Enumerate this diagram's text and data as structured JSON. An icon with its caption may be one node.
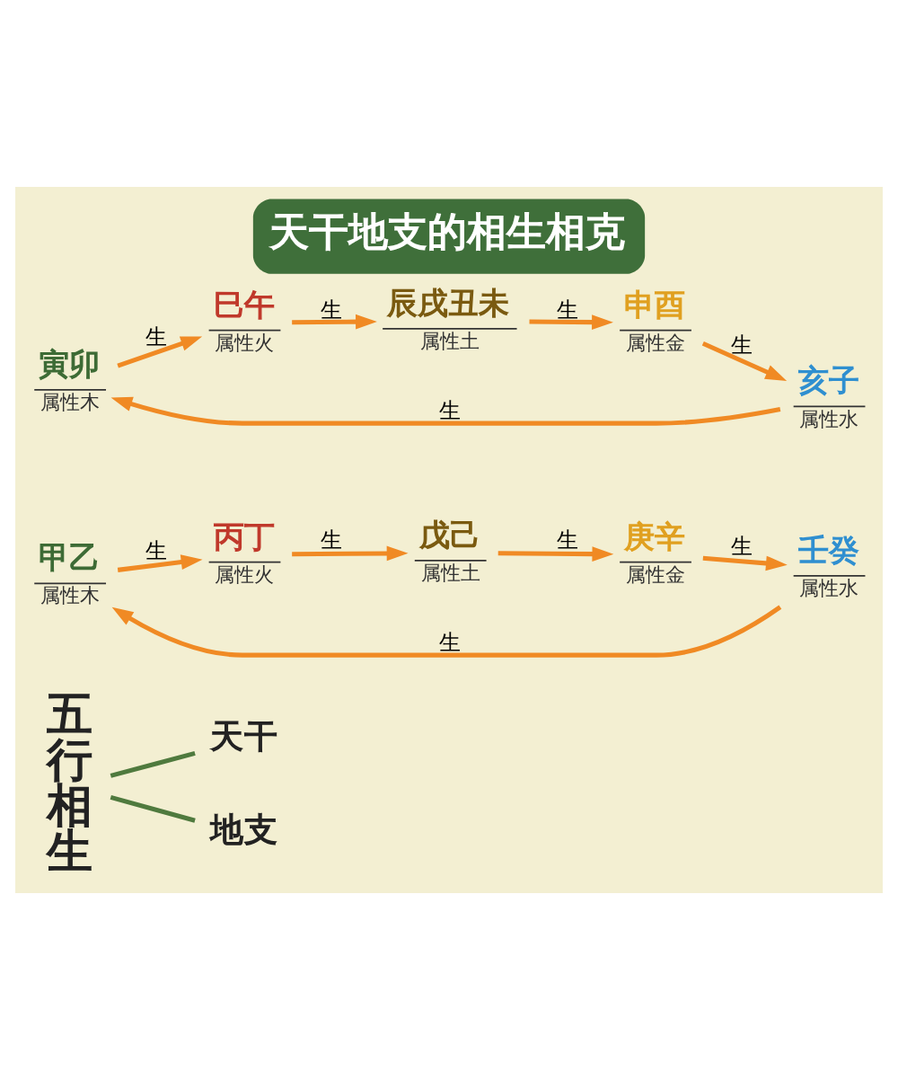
{
  "diagram": {
    "title": "天干地支的相生相克",
    "nodes": [
      {
        "text": [
          "五行相生"
        ]
      },
      {
        "text": [
          "天干"
        ]
      },
      {
        "text": [
          "甲乙",
          "属性木"
        ]
      },
      {
        "text": [
          "丙丁",
          "属性火"
        ]
      },
      {
        "text": [
          "壬癸",
          "属性水"
        ]
      },
      {
        "text": [
          "戊己",
          "属性土"
        ]
      },
      {
        "text": [
          "庚辛",
          "属性金"
        ]
      },
      {
        "text": [
          "地支"
        ]
      },
      {
        "text": [
          "寅卯",
          "属性木"
        ]
      },
      {
        "text": [
          "巳午",
          "属性火"
        ]
      },
      {
        "text": [
          "亥子",
          "属性水"
        ]
      },
      {
        "text": [
          "辰戌丑未",
          "属性土"
        ]
      },
      {
        "text": [
          "申酉",
          "属性金"
        ]
      }
    ],
    "edges": [
      {
        "from": 0,
        "to": 1,
        "arrow": "none",
        "color": "#4f7a3e"
      },
      {
        "from": 0,
        "to": 7,
        "arrow": "none",
        "color": "#4f7a3e"
      },
      {
        "from": 2,
        "to": 3,
        "arrow": "to",
        "label": "生"
      },
      {
        "from": 3,
        "to": 5,
        "arrow": "to",
        "label": "生"
      },
      {
        "from": 5,
        "to": 6,
        "arrow": "to",
        "label": "生"
      },
      {
        "from": 6,
        "to": 4,
        "arrow": "to",
        "label": "生"
      },
      {
        "from": 4,
        "to": 2,
        "arrow": "to",
        "label": "生"
      },
      {
        "from": 8,
        "to": 9,
        "arrow": "to",
        "label": "生"
      },
      {
        "from": 9,
        "to": 11,
        "arrow": "to",
        "label": "生"
      },
      {
        "from": 11,
        "to": 12,
        "arrow": "to",
        "label": "生"
      },
      {
        "from": 12,
        "to": 10,
        "arrow": "to",
        "label": "生"
      },
      {
        "from": 10,
        "to": 8,
        "arrow": "to",
        "label": "生"
      }
    ]
  }
}
